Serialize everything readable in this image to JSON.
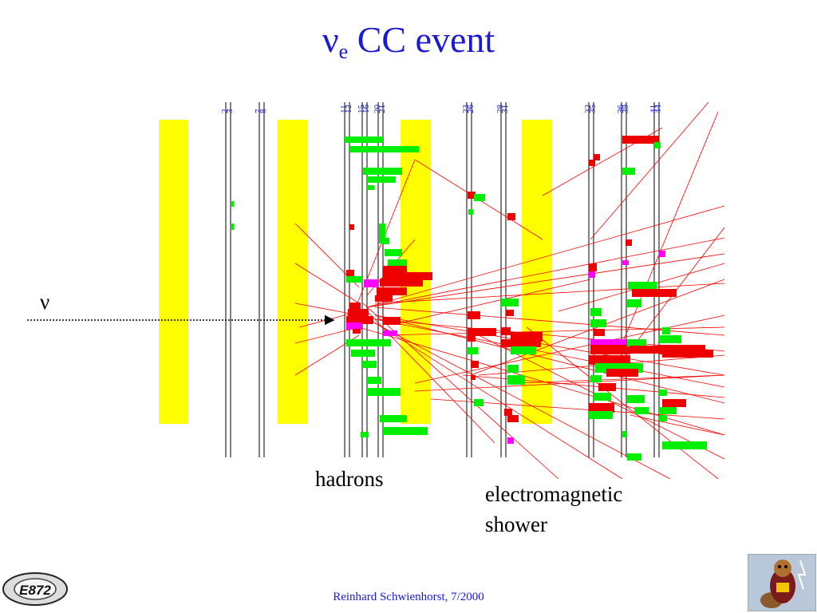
{
  "title": {
    "main": "ν",
    "subscript": "e",
    "rest": "CC event"
  },
  "labels": {
    "neutrino": "ν",
    "hadrons": "hadrons",
    "em_shower_line1": "electromagnetic",
    "em_shower_line2": "shower"
  },
  "footer": "Reinhard Schwienhorst, 7/2000",
  "plane_numbers": [
    "2",
    "3",
    "7",
    "8",
    "11",
    "12",
    "15",
    "16",
    "20",
    "21",
    "23",
    "26",
    "28",
    "31",
    "32",
    "35",
    "36",
    "39",
    "41",
    "44"
  ],
  "colors": {
    "title": "#1a1ad6",
    "absorber": "#ffff00",
    "hit_green": "#00ee00",
    "hit_red": "#ee0000",
    "hit_magenta": "#ff00ff",
    "track": "#ff0000",
    "plane_line": "#000000"
  },
  "logo_left": {
    "text": "E872"
  }
}
